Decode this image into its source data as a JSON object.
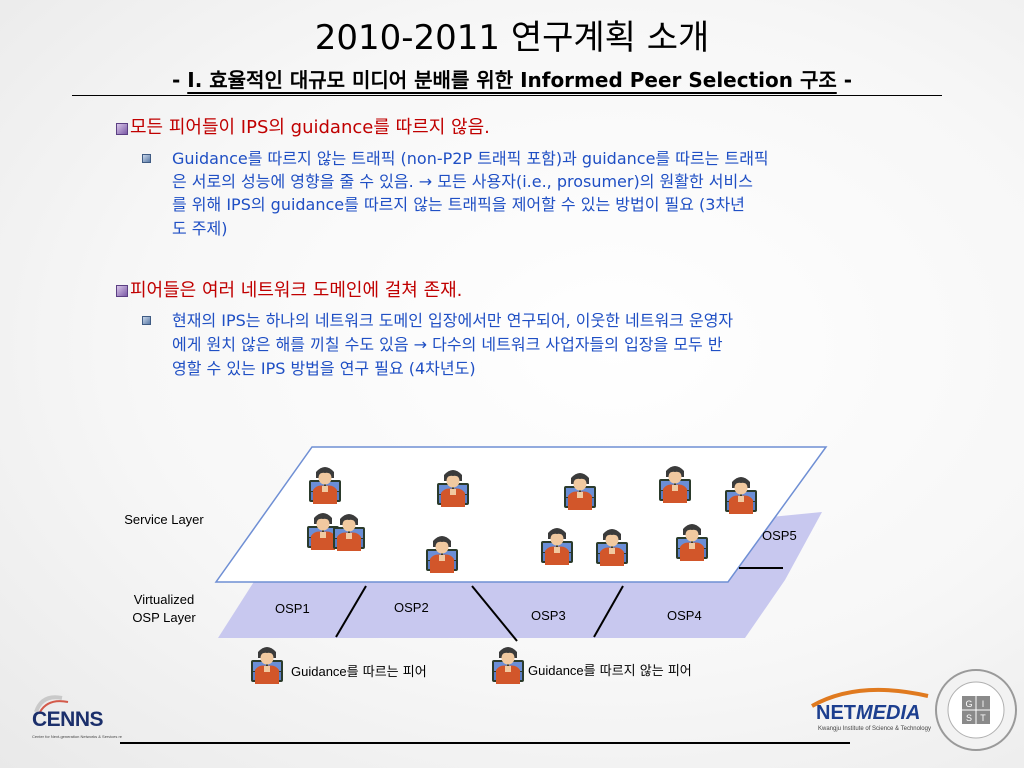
{
  "slide": {
    "title": "2010-2011 연구계획 소개",
    "subtitle_prefix": "- ",
    "subtitle_main": "I. 효율적인 대규모 미디어 분배를 위한 Informed Peer Selection 구조",
    "subtitle_suffix": " -"
  },
  "bullets": [
    {
      "text": "모든 피어들이 IPS의 guidance를 따르지 않음.",
      "sub": [
        "Guidance를 따르지 않는 트래픽 (non-P2P 트래픽 포함)과 guidance를 따르는 트래픽",
        "은 서로의 성능에 영향을 줄 수 있음. → 모든 사용자(i.e., prosumer)의 원활한 서비스",
        "를 위해 IPS의 guidance를 따르지 않는 트래픽을 제어할 수 있는 방법이 필요 (3차년",
        "도 주제)"
      ]
    },
    {
      "text": "피어들은 여러 네트워크 도메인에 걸쳐 존재.",
      "sub": [
        "현재의 IPS는 하나의 네트워크 도메인 입장에서만 연구되어, 이웃한 네트워크 운영자",
        "에게 원치 않은 해를 끼칠 수도 있음 → 다수의 네트워크 사업자들의 입장을 모두 반",
        "영할 수 있는 IPS 방법을 연구 필요 (4차년도)"
      ]
    }
  ],
  "diagram": {
    "service_layer_label": "Service Layer",
    "osp_layer_label_line1": "Virtualized",
    "osp_layer_label_line2": "OSP Layer",
    "osp_labels": [
      "OSP1",
      "OSP2",
      "OSP3",
      "OSP4",
      "OSP5"
    ],
    "legend_following_word": "Guidance",
    "legend_following_rest": "를 따르는 피어",
    "legend_nonfollowing_word": "Guidance",
    "legend_nonfollowing_rest": "를 따르지 않는 피어",
    "colors": {
      "osp_layer_fill": "#c8c8ef",
      "service_layer_border": "#6f8fd4",
      "peer_shirt": "#d2562a",
      "peer_hair": "#3b3b3b",
      "monitor_frame": "#2b3b2b",
      "monitor_screen": "#6b8ed6"
    }
  },
  "footer": {
    "cenns_logo_text": "CENNS",
    "cenns_logo_sub": "Center for Next-generation Networks & Services research",
    "netmedia_net": "NET",
    "netmedia_media": "MEDIA",
    "netmedia_sub": "Kwangju Institute of Science & Technology",
    "gist_seal_letters": [
      "G",
      "I",
      "S",
      "T"
    ]
  }
}
